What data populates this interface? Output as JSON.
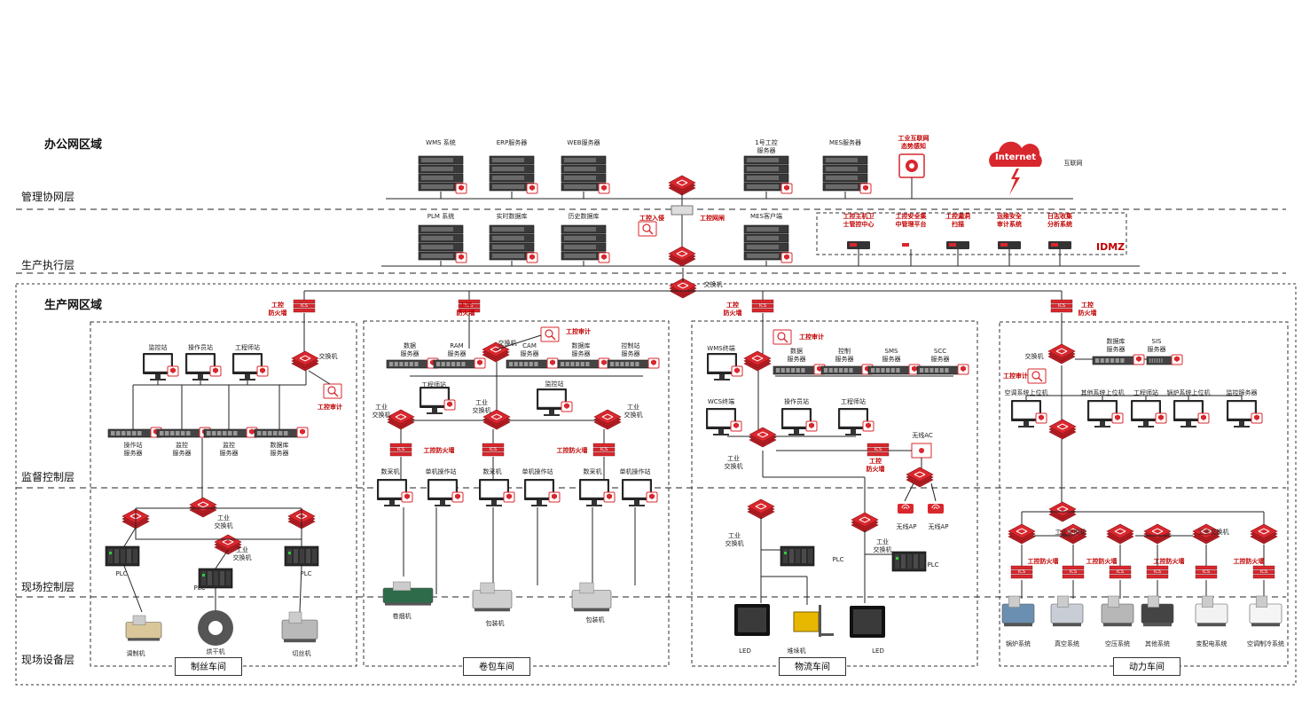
{
  "zones": {
    "office": "办公网区域",
    "production": "生产网区域"
  },
  "layers": {
    "mgmt": "管理协网层",
    "exec": "生产执行层",
    "supervise": "监督控制层",
    "field_control": "现场控制层",
    "field_device": "现场设备层"
  },
  "workshops": {
    "zhisi": "制丝车间",
    "juanbao": "卷包车间",
    "wuliu": "物流车间",
    "dongli": "动力车间"
  },
  "idmz": "IDMZ",
  "internet": {
    "cloud": "Internet",
    "label": "互联网"
  },
  "top": {
    "wms": "WMS 系统",
    "erp": "ERP服务器",
    "web": "WEB服务器",
    "industrial_srv": "1号工控\n服务器",
    "mes": "MES服务器",
    "iiot": "工业互联网\n态势感知",
    "plm": "PLM 系统",
    "rtdb": "实时数据库",
    "histdb": "历史数据库",
    "gk_intrusion": "工控入侵",
    "gk_gateway": "工控网闸",
    "mes_client": "MES客户端",
    "host_guard": "工控主机卫\n士管控中心",
    "sec_mgmt": "工控安全集\n中管理平台",
    "vuln_scan": "工控漏洞\n扫描",
    "ops_audit": "运维安全\n审计系统",
    "log_analysis": "日志收集\n分析系统",
    "core_switch": "交换机"
  },
  "common": {
    "gk_fw": "工控\n防火墙",
    "gk_audit": "工控审计",
    "gk_fw_inline": "工控防火墙",
    "switch": "交换机",
    "ind_switch": "工业\n交换机",
    "ind_switch_flat": "工业交换机",
    "plc": "PLC",
    "led": "LED",
    "ics": "ICS"
  },
  "zhisi": {
    "monitor_station": "监控站",
    "operator_station": "操作员站",
    "eng_station": "工程师站",
    "operator_srv": "操作站\n服务器",
    "monitor_srv": "监控\n服务器",
    "monitor_srv2": "监控\n服务器",
    "db_srv": "数据库\n服务器",
    "conditioning": "调制机",
    "dryer": "烘干机",
    "cutter": "切丝机"
  },
  "juanbao": {
    "data_srv": "数据\n服务器",
    "ram_srv": "RAM\n服务器",
    "cam_srv": "CAM\n服务器",
    "db_srv": "数据库\n服务器",
    "ctrl_srv": "控制站\n服务器",
    "eng_station": "工程师站",
    "monitor_station": "监控站",
    "collector": "数采机",
    "single_op": "单机操作站",
    "roller": "卷烟机",
    "packer": "包装机",
    "packer2": "包装机"
  },
  "wuliu": {
    "wms_station": "WMS终端",
    "data_srv": "数据\n服务器",
    "ctrl_srv": "控制\n服务器",
    "sms_srv": "SMS\n服务器",
    "scc_srv": "SCC\n服务器",
    "wcs_station": "WCS终端",
    "op_station": "操作员站",
    "eng_station": "工程师站",
    "wireless_ac": "无线AC",
    "wireless_ap": "无线AP",
    "forklift": "堆垛机"
  },
  "dongli": {
    "db_srv": "数据库\n服务器",
    "sis_srv": "SIS\n服务器",
    "ac_host": "空调系统上位机",
    "other_host": "其他系统上位机",
    "eng_station": "工程师站",
    "boiler_host": "锅炉系统上位机",
    "monitor_srv": "监控服务器",
    "boiler": "锅炉系统",
    "vacuum": "真空系统",
    "aircomp": "空压系统",
    "other": "其他系统",
    "power": "变配电系统",
    "hvac": "空调制冷系统"
  },
  "colors": {
    "accent": "#c00000",
    "switch_red": "#d9272e",
    "line": "#222222"
  }
}
